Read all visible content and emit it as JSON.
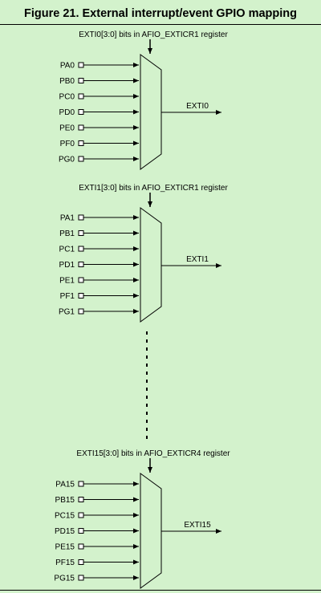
{
  "title": "Figure 21. External interrupt/event GPIO mapping",
  "blocks": [
    {
      "register_label": "EXTI0[3:0] bits in AFIO_EXTICR1 register",
      "inputs": [
        "PA0",
        "PB0",
        "PC0",
        "PD0",
        "PE0",
        "PF0",
        "PG0"
      ],
      "output": "EXTI0"
    },
    {
      "register_label": "EXTI1[3:0] bits in AFIO_EXTICR1 register",
      "inputs": [
        "PA1",
        "PB1",
        "PC1",
        "PD1",
        "PE1",
        "PF1",
        "PG1"
      ],
      "output": "EXTI1"
    },
    {
      "register_label": "EXTI15[3:0] bits in AFIO_EXTICR4 register",
      "inputs": [
        "PA15",
        "PB15",
        "PC15",
        "PD15",
        "PE15",
        "PF15",
        "PG15"
      ],
      "output": "EXTI15"
    }
  ],
  "colors": {
    "background": "#d3f2cc",
    "line": "#000000"
  }
}
